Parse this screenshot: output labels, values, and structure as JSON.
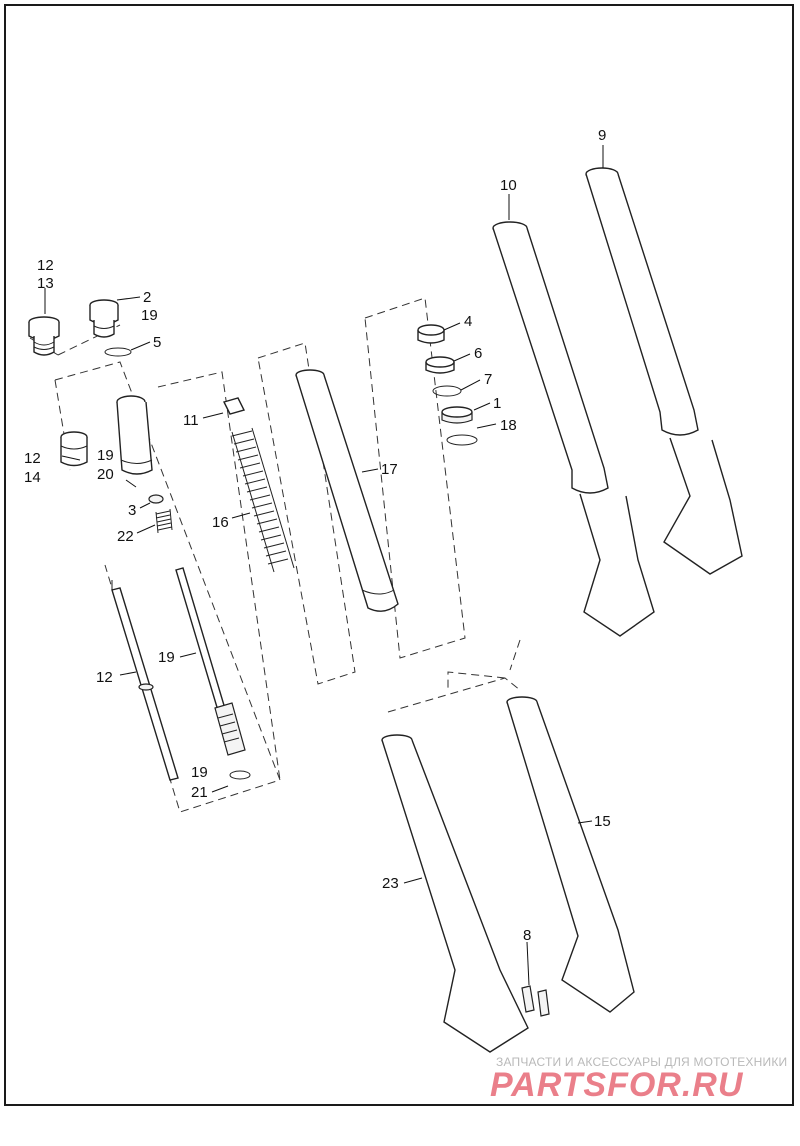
{
  "labels": {
    "l1": "1",
    "l2": "2",
    "l3": "3",
    "l4": "4",
    "l5": "5",
    "l6": "6",
    "l7": "7",
    "l8": "8",
    "l9": "9",
    "l10": "10",
    "l11": "11",
    "l12a": "12",
    "l13": "13",
    "l19a": "19",
    "l12b": "12",
    "l14": "14",
    "l19b": "19",
    "l20": "20",
    "l22": "22",
    "l16": "16",
    "l17": "17",
    "l18": "18",
    "l12c": "12",
    "l19c": "19",
    "l19d": "19",
    "l21": "21",
    "l15": "15",
    "l23": "23"
  },
  "watermark": {
    "subtitle": "ЗАПЧАСТИ И АКСЕССУАРЫ ДЛЯ МОТОТЕХНИКИ",
    "brand": "PARTSFOR.RU"
  }
}
